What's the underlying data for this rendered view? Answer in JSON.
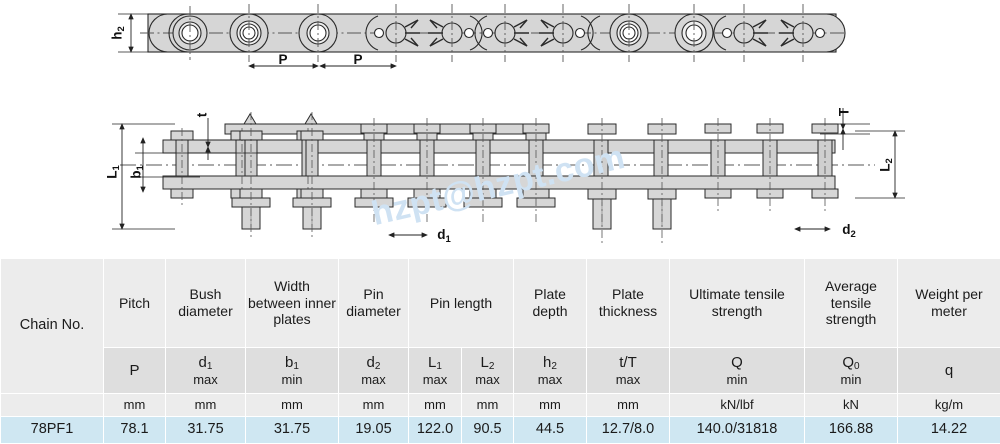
{
  "watermark": "hzpt@hzpt.com",
  "drawing": {
    "top_view_name": "chain-side-view",
    "bottom_view_name": "chain-plan-view",
    "labels": {
      "h2": "h₂",
      "P": "P",
      "t": "t",
      "T": "T",
      "L1": "L₁",
      "L2": "L₂",
      "b1": "b₁",
      "d1": "d₁",
      "d2": "d₂"
    },
    "label_list": [
      {
        "id": "h2",
        "text": "h2",
        "view": "top"
      },
      {
        "id": "P-1",
        "text": "P",
        "view": "top"
      },
      {
        "id": "P-2",
        "text": "P",
        "view": "top"
      },
      {
        "id": "t",
        "text": "t",
        "view": "bottom"
      },
      {
        "id": "T",
        "text": "T",
        "view": "bottom"
      },
      {
        "id": "L1",
        "text": "L1",
        "view": "bottom"
      },
      {
        "id": "L2",
        "text": "L2",
        "view": "bottom"
      },
      {
        "id": "b1",
        "text": "b1",
        "view": "bottom"
      },
      {
        "id": "d1",
        "text": "d1",
        "view": "bottom"
      },
      {
        "id": "d2",
        "text": "d2",
        "view": "bottom"
      }
    ]
  },
  "table": {
    "corner_label": "Chain No.",
    "groups": [
      {
        "label": "Pitch",
        "span": 1
      },
      {
        "label": "Bush\ndiameter",
        "span": 1
      },
      {
        "label": "Width\nbetween\ninner plates",
        "span": 1
      },
      {
        "label": "Pin\ndiameter",
        "span": 1
      },
      {
        "label": "Pin\nlength",
        "span": 2
      },
      {
        "label": "Plate\ndepth",
        "span": 1
      },
      {
        "label": "Plate\nthickness",
        "span": 1
      },
      {
        "label": "Ultimate\ntensile\nstrength",
        "span": 1
      },
      {
        "label": "Average\ntensile\nstrength",
        "span": 1
      },
      {
        "label": "Weight\nper\nmeter",
        "span": 1
      }
    ],
    "group_labels": [
      "Pitch",
      "Bush diameter",
      "Width between inner plates",
      "Pin diameter",
      "Pin length",
      "Plate depth",
      "Plate thickness",
      "Ultimate tensile strength",
      "Average tensile strength",
      "Weight per meter"
    ],
    "symbols": [
      {
        "sym": "P",
        "qual": ""
      },
      {
        "sym": "d1",
        "qual": "max"
      },
      {
        "sym": "b1",
        "qual": "min"
      },
      {
        "sym": "d2",
        "qual": "max"
      },
      {
        "sym": "L1",
        "qual": "max"
      },
      {
        "sym": "L2",
        "qual": "max"
      },
      {
        "sym": "h2",
        "qual": "max"
      },
      {
        "sym": "t/T",
        "qual": "max"
      },
      {
        "sym": "Q",
        "qual": "min"
      },
      {
        "sym": "Q0",
        "qual": "min"
      },
      {
        "sym": "q",
        "qual": ""
      }
    ],
    "units": [
      "mm",
      "mm",
      "mm",
      "mm",
      "mm",
      "mm",
      "mm",
      "mm",
      "kN/lbf",
      "kN",
      "kg/m"
    ],
    "rows": [
      {
        "chain_no": "78PF1",
        "values": [
          "78.1",
          "31.75",
          "31.75",
          "19.05",
          "122.0",
          "90.5",
          "44.5",
          "12.7/8.0",
          "140.0/31818",
          "166.88",
          "14.22"
        ]
      }
    ]
  },
  "colors": {
    "header_bg": "#ececec",
    "symbol_row_bg": "#dedede",
    "data_row_bg": "#cfe7f2",
    "watermark": "#cfe2f3",
    "drawing_fill": "#d4d4d4",
    "drawing_line": "#2a2a2a"
  }
}
